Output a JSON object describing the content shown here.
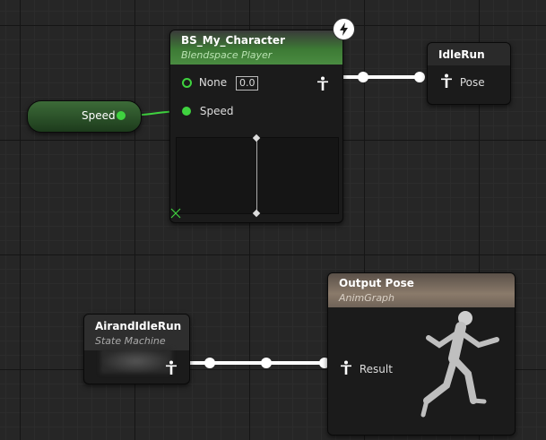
{
  "nodes": {
    "blendspace": {
      "title": "BS_My_Character",
      "subtitle": "Blendspace Player",
      "pins": {
        "none_label": "None",
        "none_value": "0.0",
        "speed_label": "Speed"
      },
      "icon": "lightning-icon"
    },
    "speed_var": {
      "label": "Speed"
    },
    "idle_run": {
      "title": "IdleRun",
      "pin_label": "Pose"
    },
    "state_machine": {
      "title": "AirandIdleRun",
      "subtitle": "State Machine"
    },
    "output_pose": {
      "title": "Output Pose",
      "subtitle": "AnimGraph",
      "pin_label": "Result",
      "icon": "running-mannequin-icon"
    }
  },
  "colors": {
    "background": "#262626",
    "float_pin": "#3fd23f",
    "blendspace_header": "#3d7a35",
    "output_header": "#8a7a6a",
    "exec_wire": "#ffffff",
    "subtitle_green": "#b8e2b0",
    "subtitle_tan": "#d8cfc4",
    "subtitle_gray": "#aaaaaa"
  }
}
